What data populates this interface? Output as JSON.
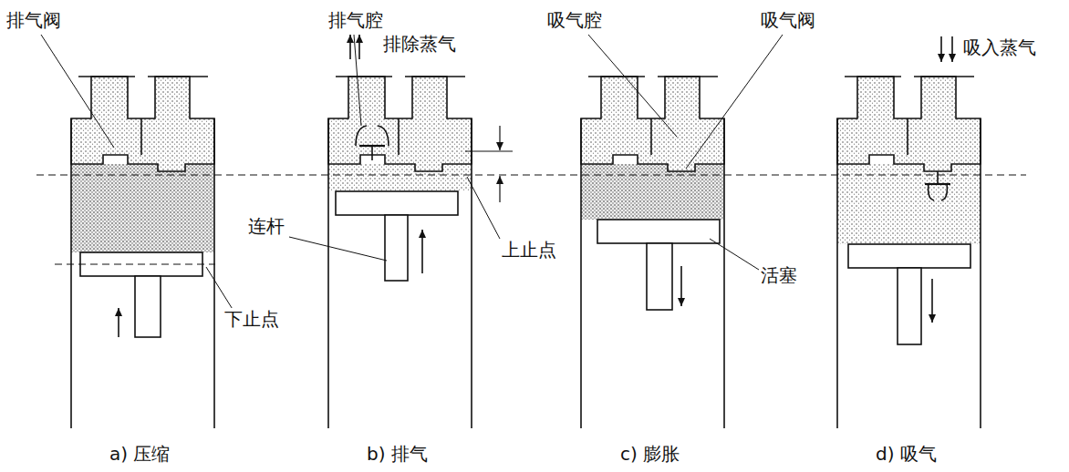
{
  "diagram": {
    "labels": [
      "排气阀",
      "排气腔",
      "排除蒸气",
      "吸气腔",
      "吸气阀",
      "吸入蒸气",
      "连杆",
      "上止点",
      "下止点",
      "活塞",
      "a) 压缩",
      "b) 排气",
      "c) 膨胀",
      "d) 吸气"
    ]
  }
}
